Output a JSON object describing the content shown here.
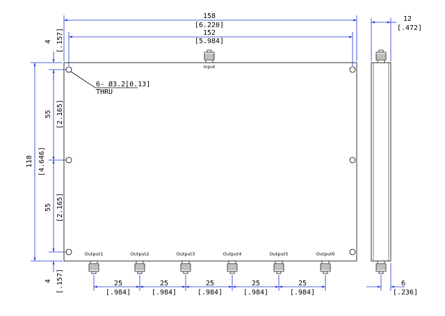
{
  "dims": {
    "top_outer": {
      "value": "158",
      "inch": "[6.220]"
    },
    "top_inner": {
      "value": "152",
      "inch": "[5.984]"
    },
    "side_width": {
      "value": "12",
      "inch": "[.472]"
    },
    "left_top": {
      "value": "4",
      "inch": "[.157]"
    },
    "left_total": {
      "value": "118",
      "inch": "[4.646]"
    },
    "left_upper": {
      "value": "55",
      "inch": "[2.165]"
    },
    "left_lower": {
      "value": "55",
      "inch": "[2.165]"
    },
    "left_bottom": {
      "value": "4",
      "inch": "[.157]"
    },
    "side_offset": {
      "value": "6",
      "inch": "[.236]"
    },
    "pitch": [
      {
        "value": "25",
        "inch": "[.984]"
      },
      {
        "value": "25",
        "inch": "[.984]"
      },
      {
        "value": "25",
        "inch": "[.984]"
      },
      {
        "value": "25",
        "inch": "[.984]"
      },
      {
        "value": "25",
        "inch": "[.984]"
      }
    ]
  },
  "holes_note": {
    "line1": "6- Ø3.2[0.13]",
    "line2": "THRU"
  },
  "ports": {
    "input": "Input",
    "outputs": [
      "Output1",
      "Output2",
      "Output3",
      "Output4",
      "Output5",
      "Output6"
    ]
  },
  "colors": {
    "dimension": "#1a2fd6",
    "outline": "#000000"
  }
}
